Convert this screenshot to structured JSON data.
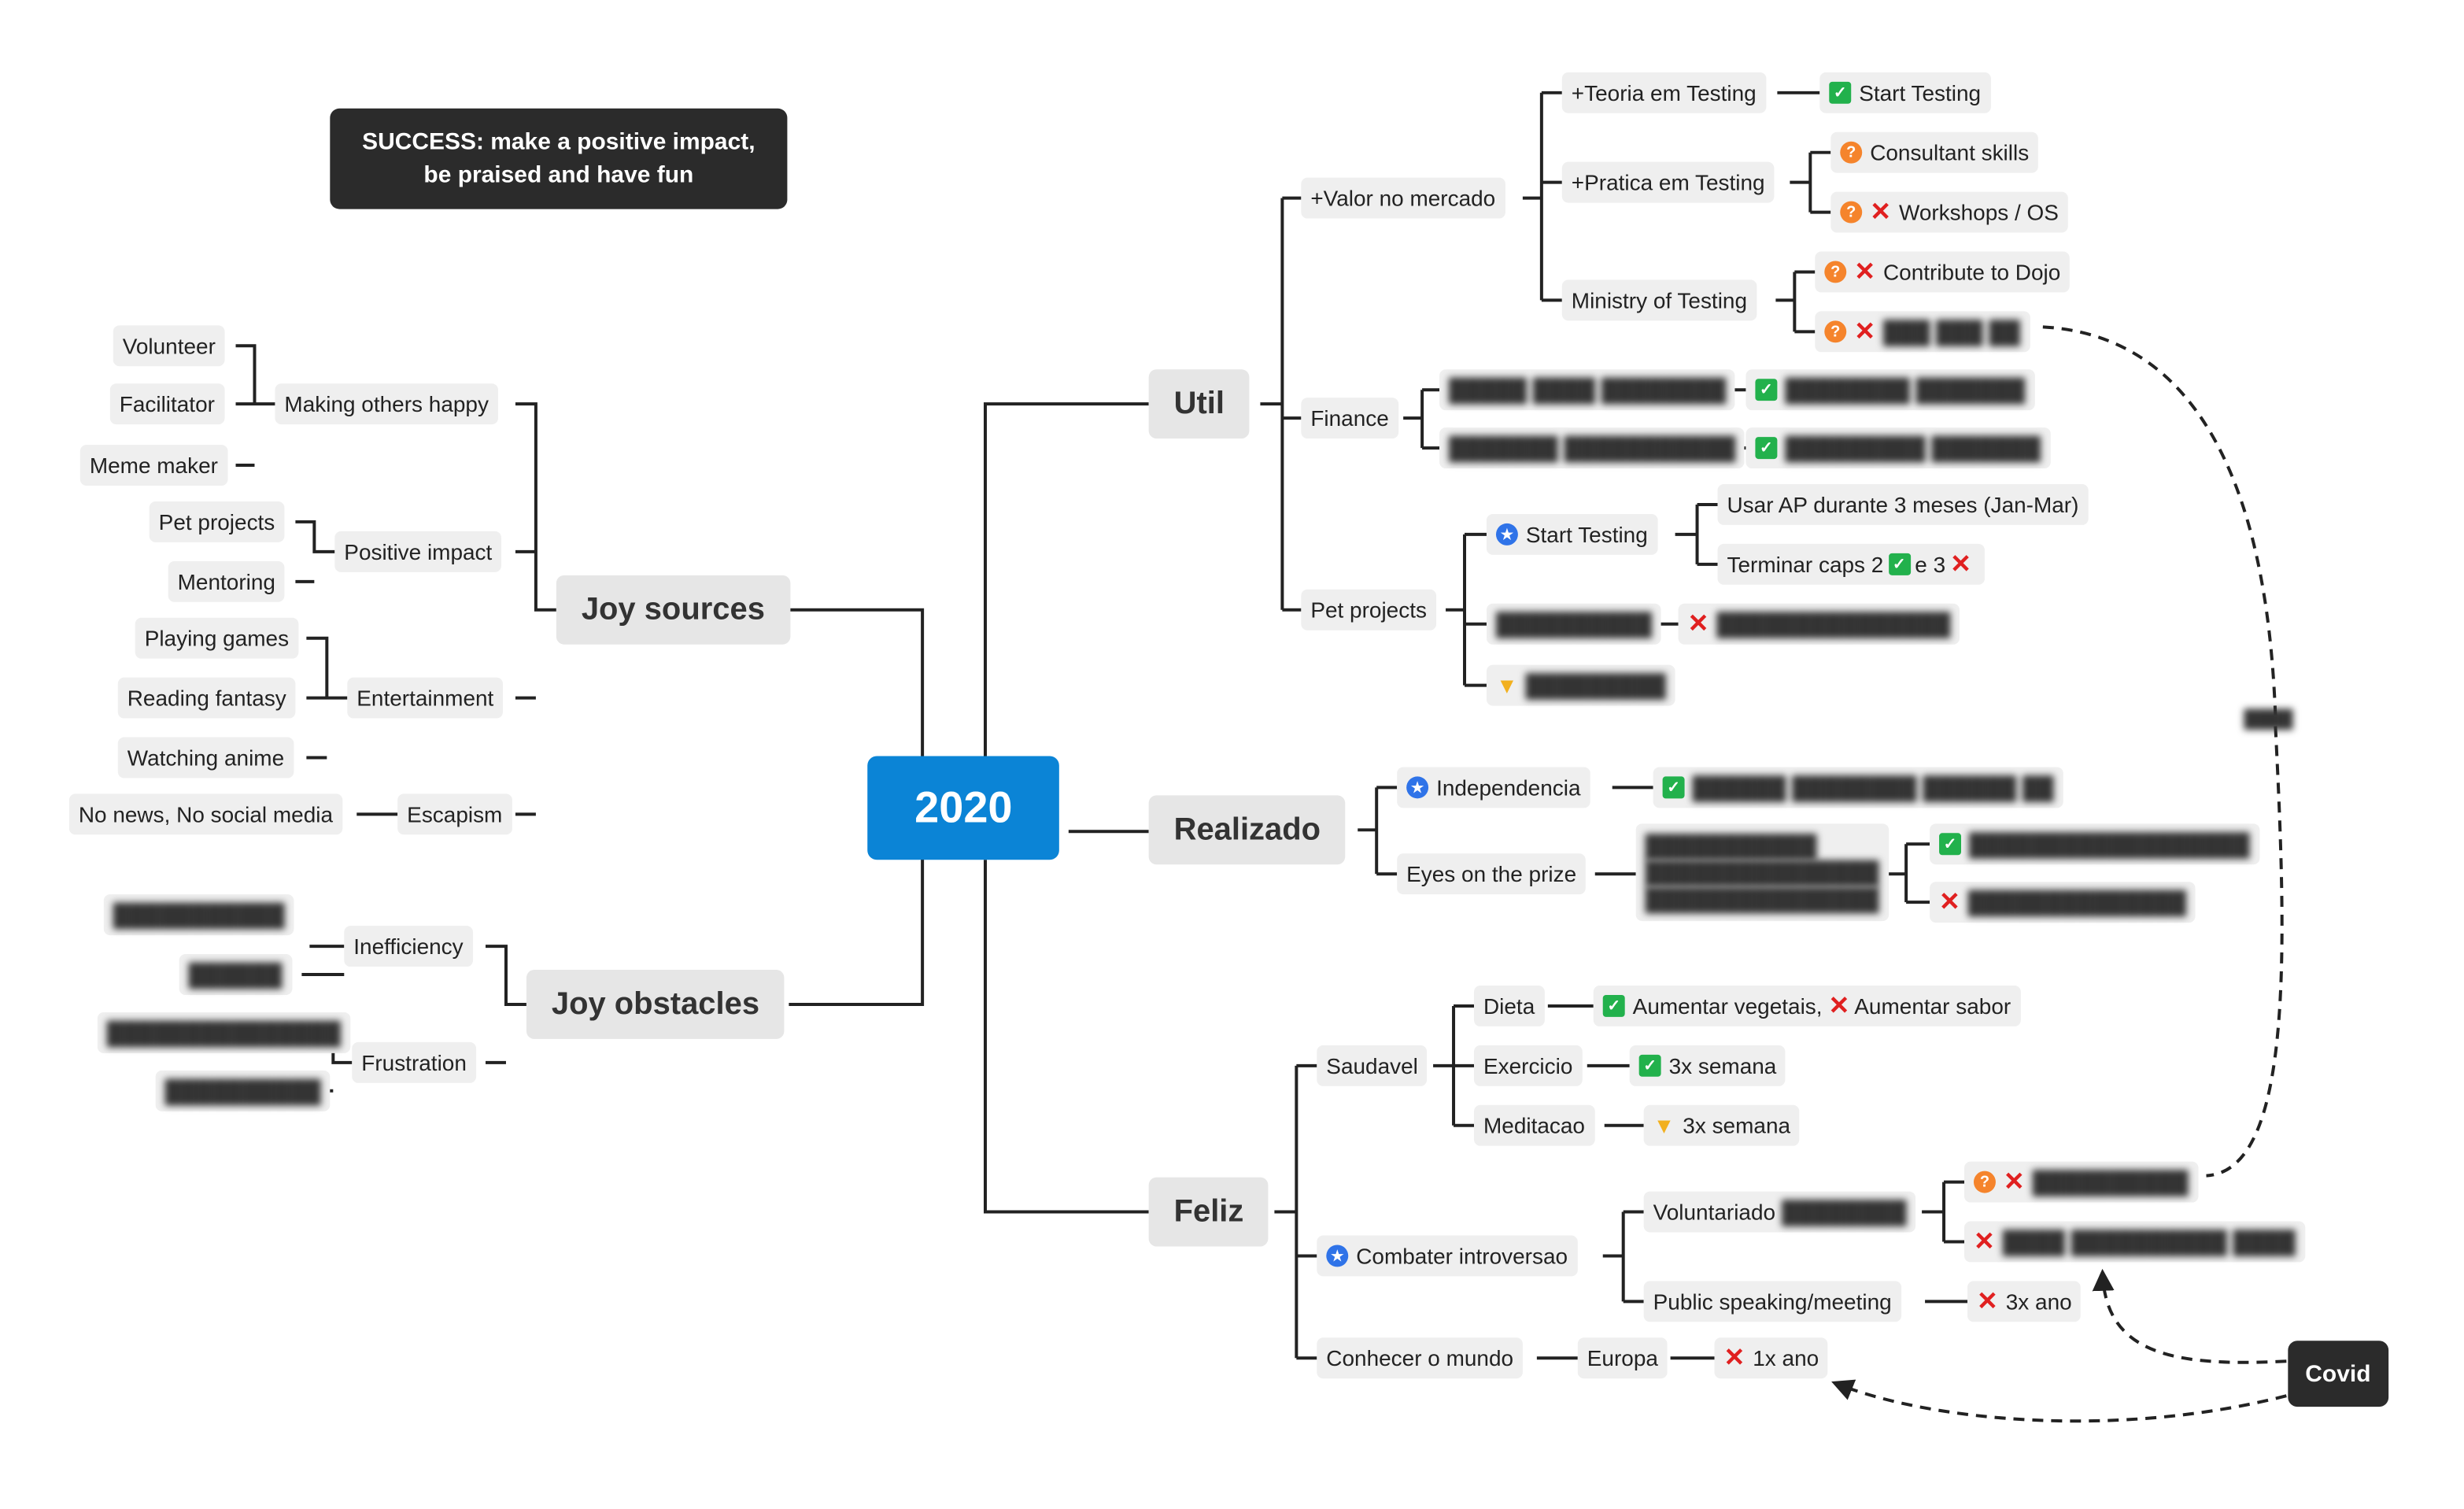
{
  "success": {
    "line1": "SUCCESS: make a positive impact,",
    "line2": "be praised and have fun"
  },
  "root": "2020",
  "util": {
    "label": "Util",
    "valor": {
      "label": "+Valor no mercado",
      "teoria": {
        "label": "+Teoria em Testing",
        "start": "Start Testing"
      },
      "pratica": {
        "label": "+Pratica em Testing",
        "consultant": "Consultant skills",
        "workshops": "Workshops / OS"
      },
      "ministry": {
        "label": "Ministry of Testing",
        "dojo": "Contribute to Dojo",
        "hidden": "███ ███ ██"
      }
    },
    "finance": {
      "label": "Finance",
      "row1": "█████ ████ ████████",
      "row1_child": "████████ ███████",
      "row2": "███████ ███████████",
      "row2_child": "█████████ ███████"
    },
    "pet": {
      "label": "Pet projects",
      "start_testing": "Start Testing",
      "usar_ap": "Usar AP durante 3 meses (Jan-Mar)",
      "terminar_a": "Terminar caps 2",
      "terminar_b": "e 3",
      "blur1": "██████████",
      "blur1_child": "███████████████",
      "blur2": "█████████"
    }
  },
  "realizado": {
    "label": "Realizado",
    "independencia": "Independencia",
    "independencia_child": "██████ ████████ ██████ ██",
    "eyes": "Eyes on the prize",
    "eyes_lines": [
      "███████████",
      "███████████████",
      "███████████████"
    ],
    "eyes_child1": "██████████████████",
    "eyes_child2": "██████████████"
  },
  "feliz": {
    "label": "Feliz",
    "saudavel": {
      "label": "Saudavel",
      "dieta": "Dieta",
      "dieta_a": "Aumentar vegetais,",
      "dieta_b": "Aumentar sabor",
      "exercicio": "Exercicio",
      "exercicio_child": "3x semana",
      "meditacao": "Meditacao",
      "meditacao_child": "3x semana"
    },
    "introversao": {
      "label": "Combater introversao",
      "voluntariado": "Voluntariado",
      "voluntariado_blur": "████████",
      "vol_child1": "██████████",
      "vol_child2": "████ ██████████ ████",
      "public": "Public speaking/meeting",
      "public_child": "3x ano"
    },
    "mundo": {
      "label": "Conhecer o mundo",
      "europa": "Europa",
      "europa_child": "1x ano"
    }
  },
  "joy_sources": {
    "label": "Joy sources",
    "making": "Making others happy",
    "volunteer": "Volunteer",
    "facilitator": "Facilitator",
    "meme": "Meme maker",
    "positive": "Positive impact",
    "pet": "Pet projects",
    "mentoring": "Mentoring",
    "entertainment": "Entertainment",
    "games": "Playing games",
    "fantasy": "Reading fantasy",
    "anime": "Watching anime",
    "escapism": "Escapism",
    "nonews": "No news, No social media"
  },
  "joy_obstacles": {
    "label": "Joy obstacles",
    "inefficiency": "Inefficiency",
    "ineff_1": "███████████",
    "ineff_2": "██████",
    "frustration": "Frustration",
    "frus_1": "███████████████",
    "frus_2": "██████████"
  },
  "covid": "Covid",
  "dash_label": "████",
  "colors": {
    "root": "#0b84d6",
    "dark": "#2b2b2b",
    "node": "#efefef",
    "ok": "#22b14c",
    "no": "#e02020",
    "question": "#f5842c",
    "star": "#2f73e8"
  },
  "icons": [
    "question-icon",
    "star-icon",
    "check-icon",
    "cross-icon",
    "thumbs-down-icon",
    "arrow-icon"
  ]
}
